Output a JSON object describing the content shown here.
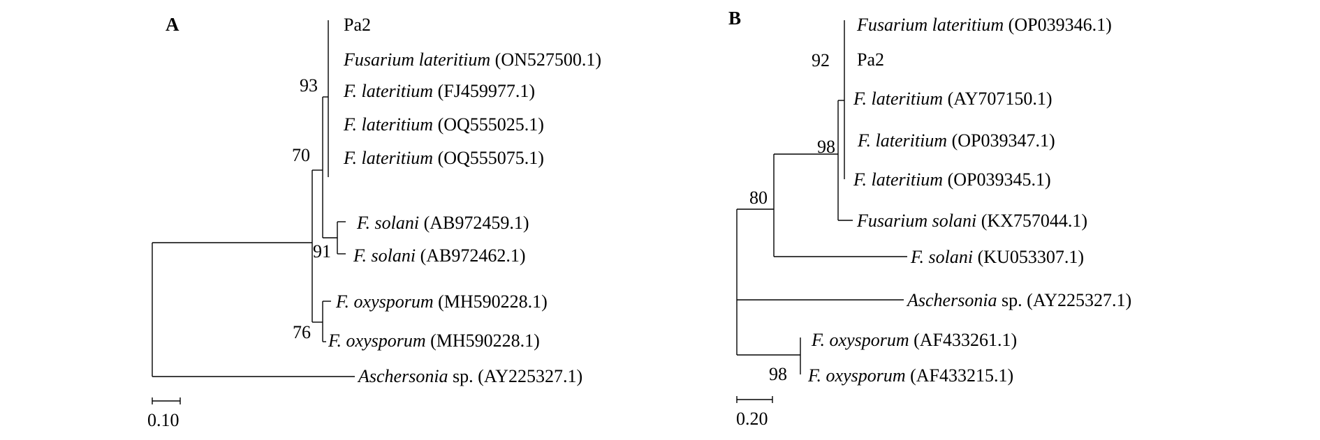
{
  "panels": [
    {
      "letter": "A",
      "leaves": [
        {
          "id": "a1",
          "italic": "",
          "rest": "Pa2"
        },
        {
          "id": "a2",
          "italic": "Fusarium lateritium",
          "rest": " (ON527500.1)"
        },
        {
          "id": "a3",
          "italic": "F. lateritium",
          "rest": " (FJ459977.1)"
        },
        {
          "id": "a4",
          "italic": "F. lateritium",
          "rest": " (OQ555025.1)"
        },
        {
          "id": "a5",
          "italic": "F. lateritium",
          "rest": " (OQ555075.1)"
        },
        {
          "id": "a6",
          "italic": "F. solani",
          "rest": " (AB972459.1)"
        },
        {
          "id": "a7",
          "italic": "F. solani",
          "rest": " (AB972462.1)"
        },
        {
          "id": "a8",
          "italic": "F. oxysporum",
          "rest": " (MH590228.1)"
        },
        {
          "id": "a9",
          "italic": "F. oxysporum",
          "rest": " (MH590228.1)"
        },
        {
          "id": "a10",
          "italic": "Aschersonia",
          "rest": " sp. (AY225327.1)"
        }
      ],
      "bootstrap": [
        "93",
        "70",
        "91",
        "76"
      ],
      "scale": "0.10"
    },
    {
      "letter": "B",
      "leaves": [
        {
          "id": "b1",
          "italic": "Fusarium lateritium",
          "rest": " (OP039346.1)"
        },
        {
          "id": "b2",
          "italic": "",
          "rest": "Pa2"
        },
        {
          "id": "b3",
          "italic": "F. lateritium",
          "rest": " (AY707150.1)"
        },
        {
          "id": "b4",
          "italic": "F. lateritium",
          "rest": " (OP039347.1)"
        },
        {
          "id": "b5",
          "italic": "F. lateritium",
          "rest": " (OP039345.1)"
        },
        {
          "id": "b6",
          "italic": "Fusarium solani",
          "rest": " (KX757044.1)"
        },
        {
          "id": "b7",
          "italic": "F. solani",
          "rest": " (KU053307.1)"
        },
        {
          "id": "b8",
          "italic": "Aschersonia",
          "rest": " sp. (AY225327.1)"
        },
        {
          "id": "b9",
          "italic": "F. oxysporum",
          "rest": " (AF433261.1)"
        },
        {
          "id": "b10",
          "italic": "F. oxysporum",
          "rest": " (AF433215.1)"
        }
      ],
      "bootstrap": [
        "92",
        "98",
        "80",
        "98"
      ],
      "scale": "0.20"
    }
  ]
}
